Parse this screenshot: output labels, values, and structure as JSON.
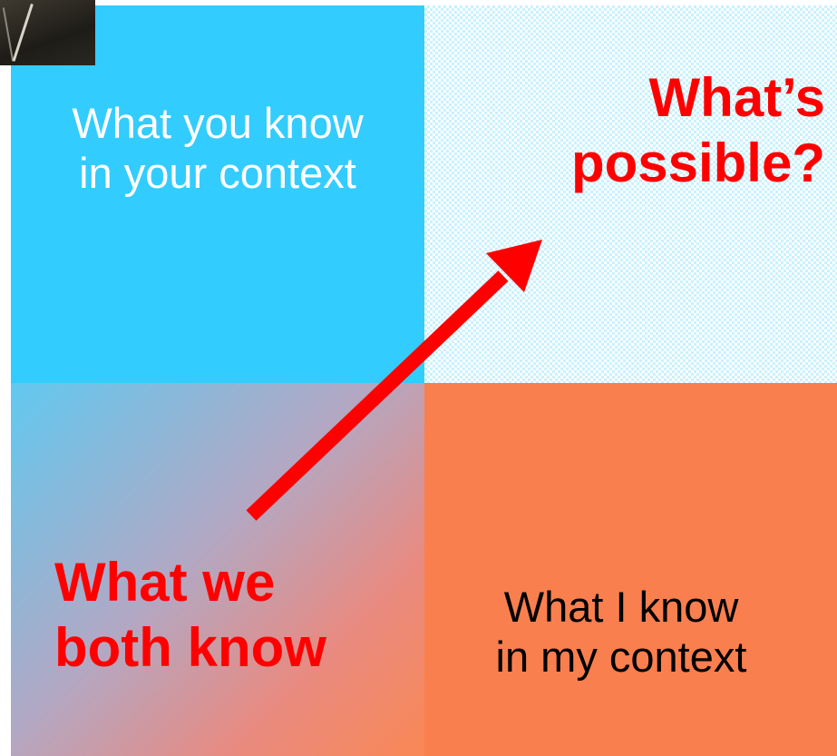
{
  "quadrants": {
    "top_left": {
      "text_line1": "What you know",
      "text_line2": "in your context"
    },
    "top_right": {
      "text_line1": "What’s",
      "text_line2": "possible?"
    },
    "bottom_left": {
      "text_line1": "What we",
      "text_line2": "both know"
    },
    "bottom_right": {
      "text_line1": "What I know",
      "text_line2": "in my context"
    }
  },
  "colors": {
    "top_left": "#33ccff",
    "bottom_right": "#fa7f4e",
    "emphasis_text": "#ff0000",
    "arrow": "#ff0000"
  },
  "icons": {
    "arrow": "diagonal-up-right-arrow",
    "photo": "speaker-photo-thumbnail"
  }
}
